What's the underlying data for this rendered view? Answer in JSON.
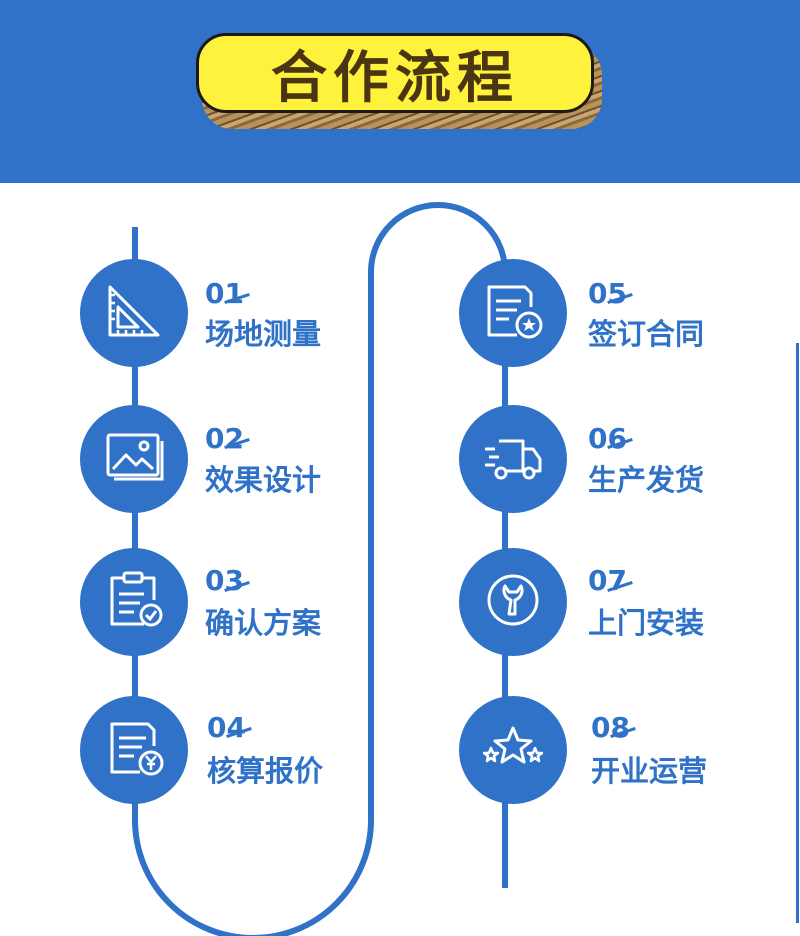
{
  "header": {
    "title": "合作流程",
    "bg_color": "#2f72c8",
    "pill_color": "#fff23c"
  },
  "steps_left": [
    {
      "number": "01",
      "label": "场地测量",
      "icon": "set-square-ruler-icon"
    },
    {
      "number": "02",
      "label": "效果设计",
      "icon": "picture-frame-icon"
    },
    {
      "number": "03",
      "label": "确认方案",
      "icon": "clipboard-check-icon"
    },
    {
      "number": "04",
      "label": "核算报价",
      "icon": "document-yen-icon"
    }
  ],
  "steps_right": [
    {
      "number": "05",
      "label": "签订合同",
      "icon": "contract-star-badge-icon"
    },
    {
      "number": "06",
      "label": "生产发货",
      "icon": "delivery-truck-icon"
    },
    {
      "number": "07",
      "label": "上门安装",
      "icon": "wrench-circle-icon"
    },
    {
      "number": "08",
      "label": "开业运营",
      "icon": "three-stars-icon"
    }
  ]
}
